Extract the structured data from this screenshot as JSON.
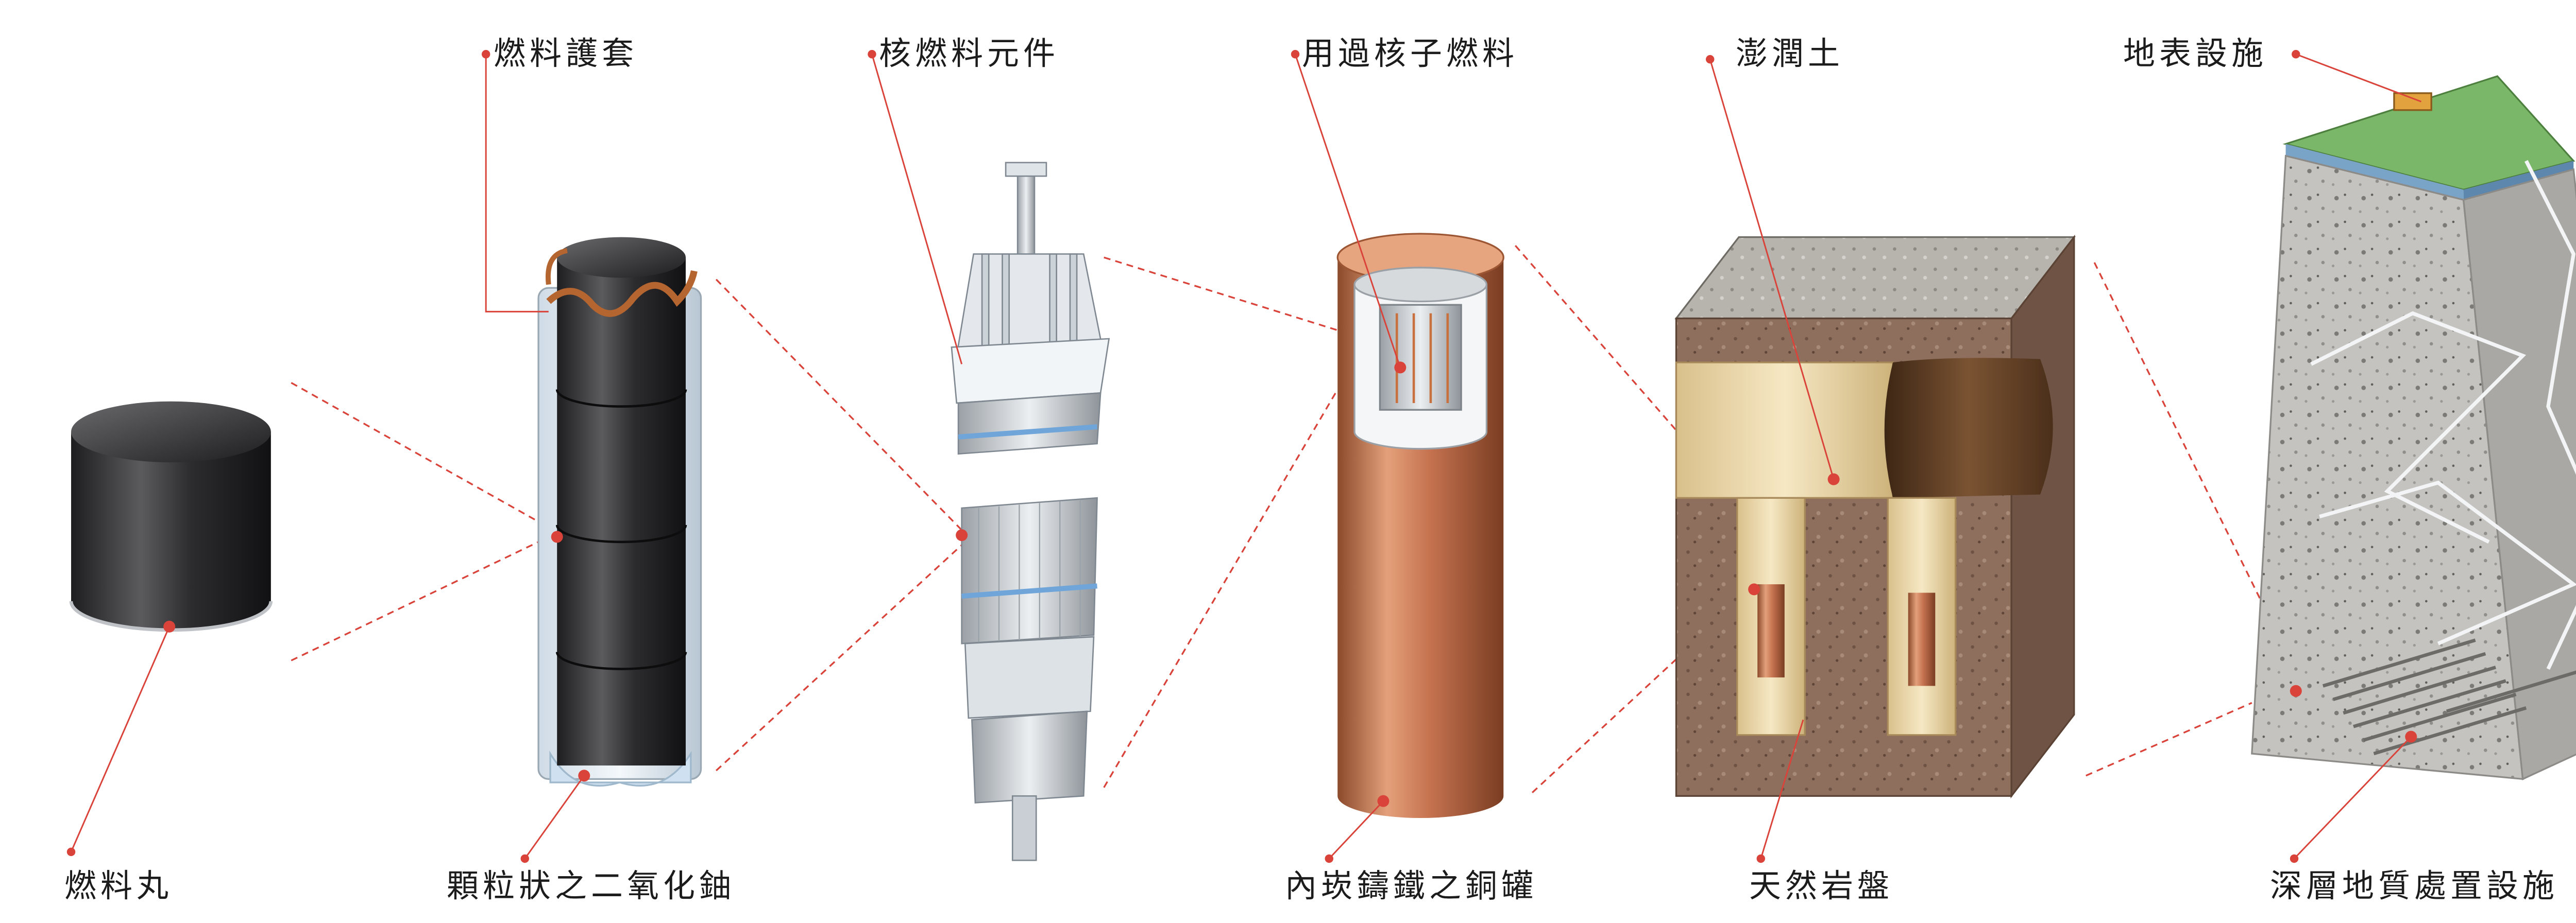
{
  "labels": {
    "fuel_pellet": "燃料丸",
    "fuel_cladding": "燃料護套",
    "uo2_pellets": "顆粒狀之二氧化鈾",
    "fuel_assembly": "核燃料元件",
    "spent_fuel": "用過核子燃料",
    "copper_canister": "內崁鑄鐵之銅罐",
    "bentonite": "澎潤土",
    "bedrock": "天然岩盤",
    "surface_facility": "地表設施",
    "repository": "深層地質處置設施"
  },
  "colors": {
    "leader_line": "#d9433a",
    "pellet": "#2f2f31",
    "copper": "#c9784f",
    "clay": "#ead7a4",
    "rock": "#8a6c5b",
    "granite": "#bdbcb8",
    "grass": "#6fae5a"
  }
}
